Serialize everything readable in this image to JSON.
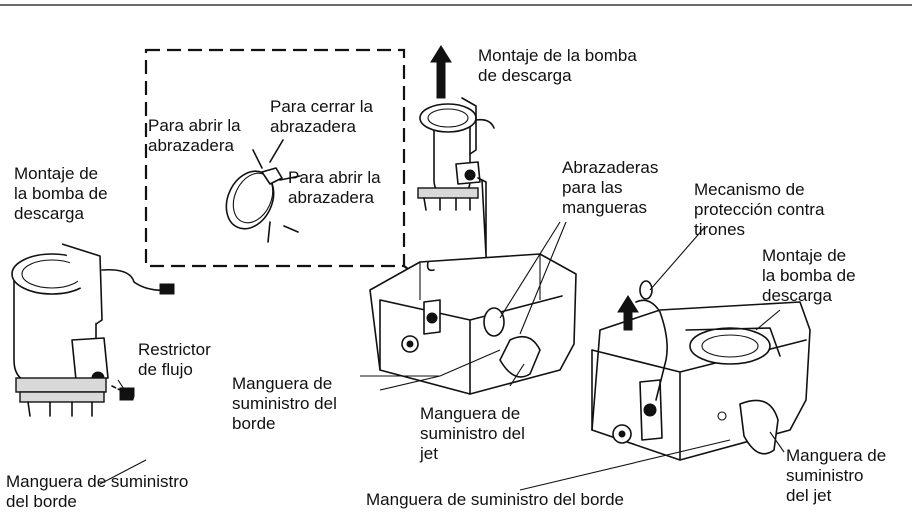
{
  "labels": {
    "pump_top_right_l1": "Montaje de la bomba",
    "pump_top_right_l2": "de descarga",
    "close_clamp_l1": "Para cerrar la",
    "close_clamp_l2": "abrazadera",
    "open_clamp_left_l1": "Para abrir la",
    "open_clamp_left_l2": "abrazadera",
    "open_clamp_right_l1": "Para abrir la",
    "open_clamp_right_l2": "abrazadera",
    "pump_left_l1": "Montaje de",
    "pump_left_l2": "la bomba de",
    "pump_left_l3": "descarga",
    "hose_clamps_l1": "Abrazaderas",
    "hose_clamps_l2": "para las",
    "hose_clamps_l3": "mangueras",
    "strain_relief_l1": "Mecanismo de",
    "strain_relief_l2": "protección contra",
    "strain_relief_l3": "tirones",
    "pump_right_l1": "Montaje de",
    "pump_right_l2": "la bomba de",
    "pump_right_l3": "descarga",
    "flow_restrictor_l1": "Restrictor",
    "flow_restrictor_l2": "de flujo",
    "rim_hose_mid_l1": "Manguera de",
    "rim_hose_mid_l2": "suministro del",
    "rim_hose_mid_l3": "borde",
    "jet_hose_mid_l1": "Manguera de",
    "jet_hose_mid_l2": "suministro del",
    "jet_hose_mid_l3": "jet",
    "rim_hose_left_l1": "Manguera de suministro",
    "rim_hose_left_l2": "del borde",
    "rim_hose_bottom": "Manguera de suministro del borde",
    "jet_hose_right_l1": "Manguera de",
    "jet_hose_right_l2": "suministro",
    "jet_hose_right_l3": "del jet"
  }
}
